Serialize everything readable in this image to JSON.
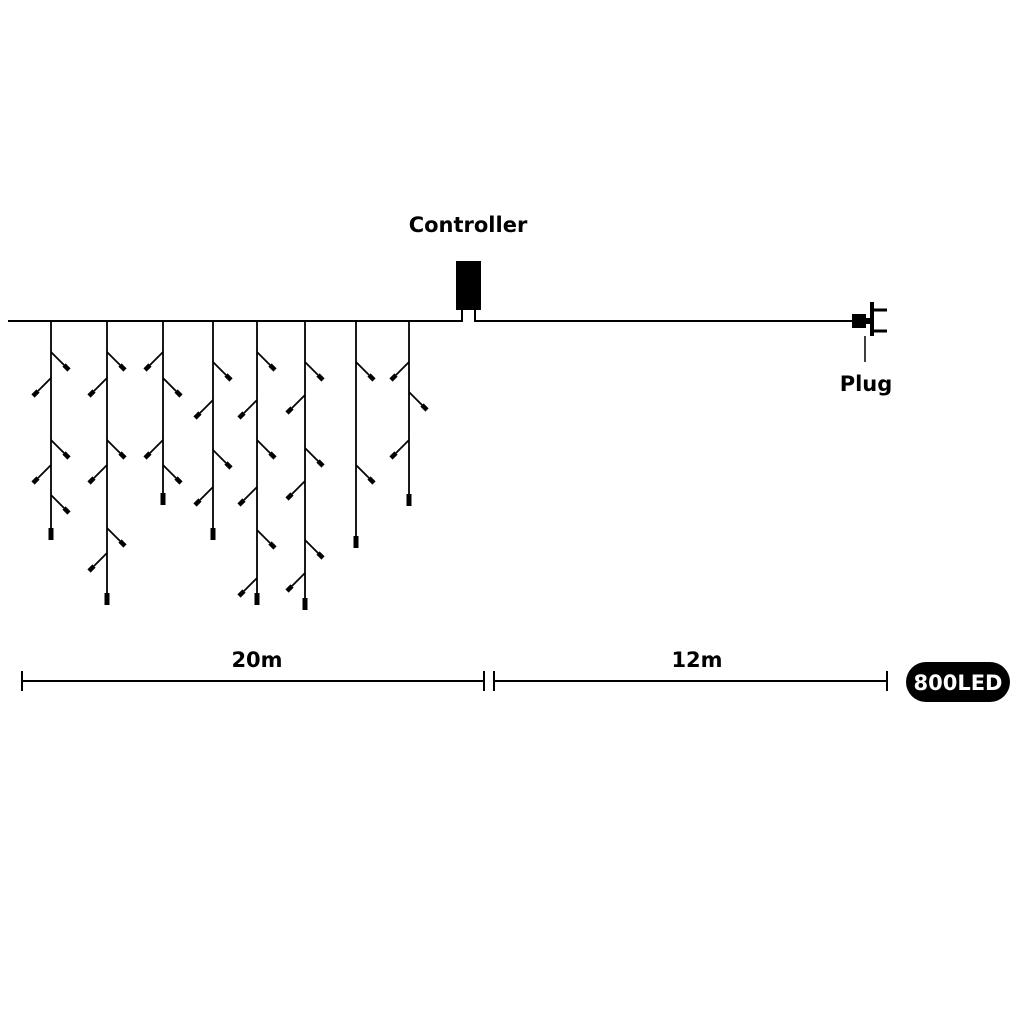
{
  "labels": {
    "controller": "Controller",
    "plug": "Plug",
    "length_left": "20m",
    "length_right": "12m",
    "led_badge": "800LED"
  },
  "colors": {
    "line": "#000000",
    "background": "#ffffff",
    "badge_fill": "#000000",
    "badge_text": "#ffffff"
  },
  "icons": {
    "controller": "controller-box-icon",
    "plug": "plug-icon",
    "bulb": "led-bulb-icon"
  }
}
